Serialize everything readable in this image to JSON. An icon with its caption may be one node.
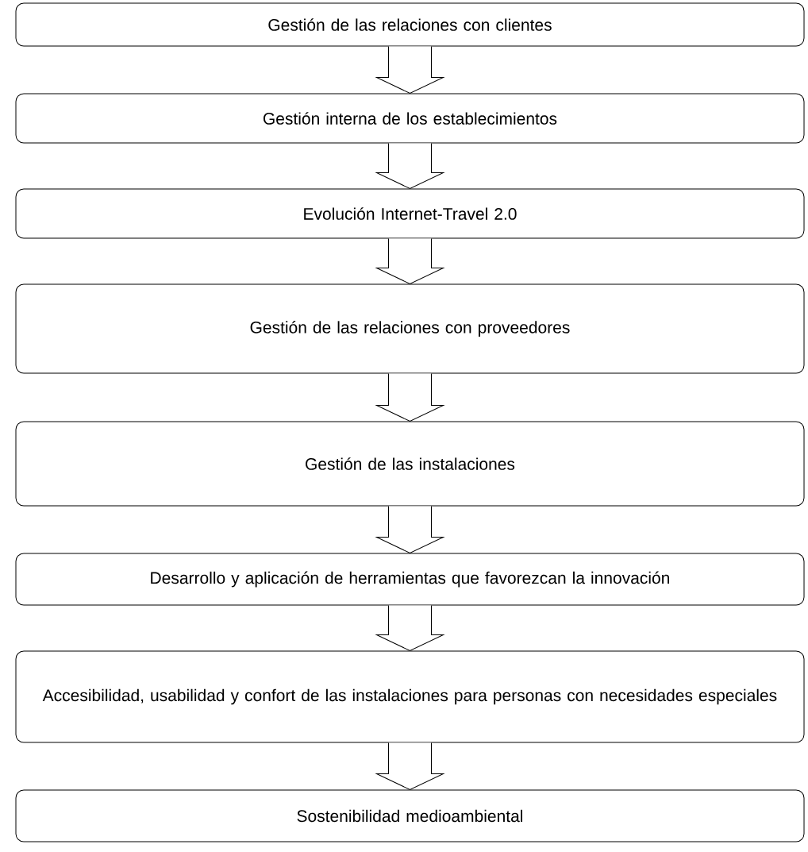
{
  "diagram": {
    "nodes": [
      {
        "text": [
          "Gestión de las relaciones con clientes"
        ]
      },
      {
        "text": [
          "Gestión interna de los establecimientos"
        ]
      },
      {
        "text": [
          "Evolución Internet-Travel 2.0"
        ]
      },
      {
        "text": [
          "Gestión de las relaciones con proveedores"
        ]
      },
      {
        "text": [
          "Gestión de las instalaciones"
        ]
      },
      {
        "text": [
          "Desarrollo y aplicación de herramientas que favorezcan la innovación"
        ]
      },
      {
        "text": [
          "Accesibilidad, usabilidad y confort de las instalaciones para personas con necesidades especiales"
        ]
      },
      {
        "text": [
          "Sostenibilidad medioambiental"
        ]
      }
    ],
    "edges": [
      {
        "from": 0,
        "to": 1,
        "arrow": "to"
      },
      {
        "from": 1,
        "to": 2,
        "arrow": "to"
      },
      {
        "from": 2,
        "to": 3,
        "arrow": "to"
      },
      {
        "from": 3,
        "to": 4,
        "arrow": "to"
      },
      {
        "from": 4,
        "to": 5,
        "arrow": "to"
      },
      {
        "from": 5,
        "to": 6,
        "arrow": "to"
      },
      {
        "from": 6,
        "to": 7,
        "arrow": "to"
      }
    ]
  }
}
